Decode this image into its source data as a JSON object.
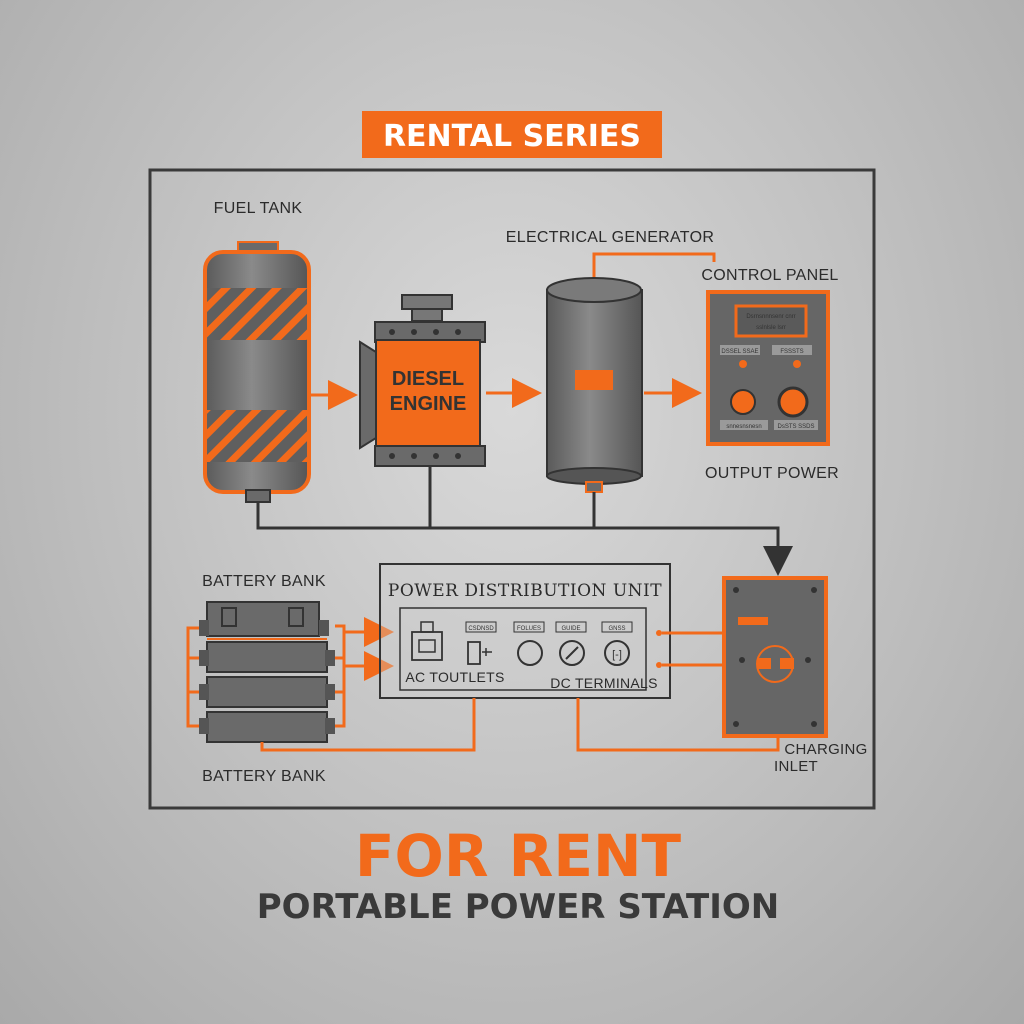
{
  "colors": {
    "accent": "#f26a1b",
    "dark": "#3a3a3a",
    "metal": "#6e6e6e"
  },
  "header": {
    "badge": "RENTAL SERIES"
  },
  "components": {
    "fuel_tank": "FUEL TANK",
    "diesel_engine_line1": "DIESEL",
    "diesel_engine_line2": "ENGINE",
    "electrical_generator": "ELECTRICAL GENERATOR",
    "control_panel": "CONTROL PANEL",
    "output_power": "OUTPUT POWER",
    "battery_bank_top": "BATTERY BANK",
    "battery_bank_bottom": "BATTERY BANK",
    "pdu_title": "POWER DISTRIBUTION UNIT",
    "ac_outlets": "AC TOUTLETS",
    "dc_terminals": "DC TERMINALS",
    "charging_inlet_line1": "CHARGING",
    "charging_inlet_line2": "INLET"
  },
  "control_panel_labels": {
    "display": "Dsrnsnnnsenr cnrr",
    "display2": "sslnlsle lsrr",
    "btn_left": "DSSEL SSAE",
    "btn_right": "FSSSTS",
    "foot_left": "snnesnsnesn",
    "foot_right": "DsSTS SSDS"
  },
  "pdu_small_labels": [
    "CSDNSD",
    "FOLUES",
    "GUIDE",
    "GNSS"
  ],
  "footer": {
    "title": "FOR RENT",
    "subtitle": "PORTABLE POWER STATION"
  }
}
